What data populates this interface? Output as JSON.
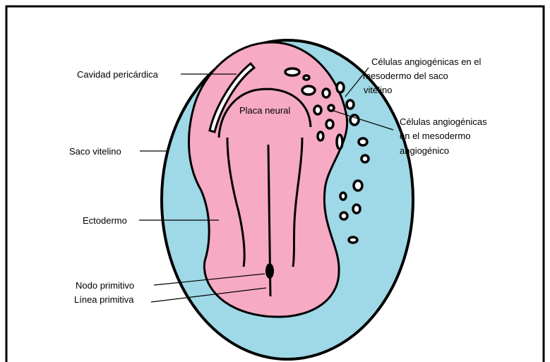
{
  "labels": {
    "cavidad_pericardica": "Cavidad pericárdica",
    "saco_vitelino": "Saco vitelino",
    "ectodermo": "Ectodermo",
    "nodo_primitivo": "Nodo primitivo",
    "linea_primitiva": "Línea primitiva",
    "placa_neural": "Placa neural",
    "celulas_saco_line1": "Células angiogénicas en el",
    "celulas_saco_line2": "mesodermo del saco",
    "celulas_saco_line3": "vitelino",
    "celulas_meso_line1": "Células angiogénicas",
    "celulas_meso_line2": "en el mesodermo",
    "celulas_meso_line3": "angiogénico"
  },
  "colors": {
    "saco_vitelino": "#9FD8E6",
    "placa_neural": "#F7AAC4",
    "outline": "#000000",
    "frame": "#000000",
    "background": "#FFFFFF"
  }
}
